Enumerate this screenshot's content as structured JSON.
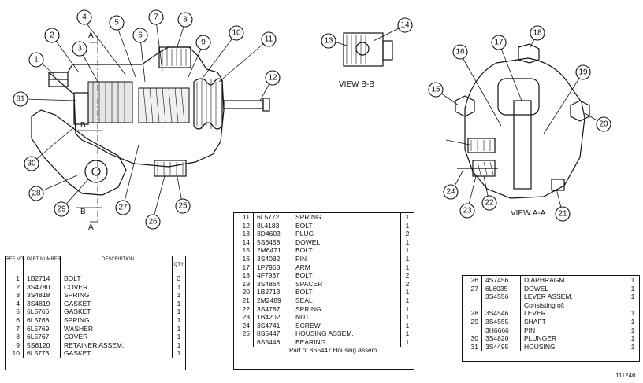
{
  "views": {
    "view_bb": "VIEW B-B",
    "view_aa": "VIEW A-A",
    "section_a": "A",
    "section_b": "B"
  },
  "callouts": [
    "1",
    "2",
    "3",
    "4",
    "5",
    "6",
    "7",
    "8",
    "9",
    "10",
    "11",
    "12",
    "13",
    "14",
    "15",
    "16",
    "17",
    "18",
    "19",
    "20",
    "21",
    "22",
    "23",
    "24",
    "25",
    "26",
    "27",
    "28",
    "29",
    "30",
    "31"
  ],
  "tables": {
    "left": {
      "headers": {
        "ref": "REF NO.",
        "part": "PART NUMBER",
        "desc": "DESCRIPTION",
        "qty": "QTY"
      },
      "rows": [
        {
          "ref": "1",
          "part": "1B2714",
          "desc": "BOLT",
          "qty": "3"
        },
        {
          "ref": "2",
          "part": "3S4780",
          "desc": "COVER",
          "qty": "1"
        },
        {
          "ref": "3",
          "part": "3S4818",
          "desc": "SPRING",
          "qty": "1"
        },
        {
          "ref": "4",
          "part": "3S4819",
          "desc": "GASKET",
          "qty": "1"
        },
        {
          "ref": "5",
          "part": "6L5766",
          "desc": "GASKET",
          "qty": "1"
        },
        {
          "ref": "6",
          "part": "6L5768",
          "desc": "SPRING",
          "qty": "1"
        },
        {
          "ref": "7",
          "part": "6L5769",
          "desc": "WASHER",
          "qty": "1"
        },
        {
          "ref": "8",
          "part": "6L5767",
          "desc": "COVER",
          "qty": "1"
        },
        {
          "ref": "9",
          "part": "5S6120",
          "desc": "RETAINER ASSEM.",
          "qty": "1"
        },
        {
          "ref": "10",
          "part": "6L5773",
          "desc": "GASKET",
          "qty": "1"
        }
      ]
    },
    "middle": {
      "rows": [
        {
          "ref": "11",
          "part": "6L5772",
          "desc": "SPRING",
          "qty": "1"
        },
        {
          "ref": "12",
          "part": "8L4183",
          "desc": "BOLT",
          "qty": "1"
        },
        {
          "ref": "13",
          "part": "3D4603",
          "desc": "PLUG",
          "qty": "2"
        },
        {
          "ref": "14",
          "part": "5S6458",
          "desc": "DOWEL",
          "qty": "1"
        },
        {
          "ref": "15",
          "part": "2M6471",
          "desc": "BOLT",
          "qty": "1"
        },
        {
          "ref": "16",
          "part": "3S4082",
          "desc": "PIN",
          "qty": "1"
        },
        {
          "ref": "17",
          "part": "1P7963",
          "desc": "ARM",
          "qty": "1"
        },
        {
          "ref": "18",
          "part": "4F7937",
          "desc": "BOLT",
          "qty": "2"
        },
        {
          "ref": "19",
          "part": "3S4864",
          "desc": "SPACER",
          "qty": "2"
        },
        {
          "ref": "20",
          "part": "1B2713",
          "desc": "BOLT",
          "qty": "1"
        },
        {
          "ref": "21",
          "part": "2M2489",
          "desc": "SEAL",
          "qty": "1"
        },
        {
          "ref": "22",
          "part": "3S4787",
          "desc": "SPRING",
          "qty": "1"
        },
        {
          "ref": "23",
          "part": "1B4202",
          "desc": "NUT",
          "qty": "1"
        },
        {
          "ref": "24",
          "part": "3S4741",
          "desc": "SCREW",
          "qty": "1"
        },
        {
          "ref": "25",
          "part": "8S5447",
          "desc": "HOUSING ASSEM.",
          "qty": "1"
        },
        {
          "ref": "",
          "part": "6S5448",
          "desc": "BEARING",
          "qty": "1"
        }
      ],
      "footnote": "Part of 8S5447 Housing Assem."
    },
    "right": {
      "rows": [
        {
          "ref": "26",
          "part": "4S7456",
          "desc": "DIAPHRAGM",
          "qty": "1"
        },
        {
          "ref": "27",
          "part": "6L6035",
          "desc": "DOWEL",
          "qty": "1"
        },
        {
          "ref": "",
          "part": "3S4556",
          "desc": "LEVER ASSEM.",
          "qty": "1"
        },
        {
          "ref": "",
          "part": "",
          "desc": "Consisting of:",
          "qty": ""
        },
        {
          "ref": "28",
          "part": "3S4546",
          "desc": "LEVER",
          "qty": "1"
        },
        {
          "ref": "29",
          "part": "3S4555",
          "desc": "SHAFT",
          "qty": "1"
        },
        {
          "ref": "",
          "part": "3H6666",
          "desc": "PIN",
          "qty": "1"
        },
        {
          "ref": "30",
          "part": "3S4820",
          "desc": "PLUNGER",
          "qty": "1"
        },
        {
          "ref": "31",
          "part": "3S4495",
          "desc": "HOUSING",
          "qty": "1"
        }
      ]
    }
  },
  "drawing_code": "111246"
}
